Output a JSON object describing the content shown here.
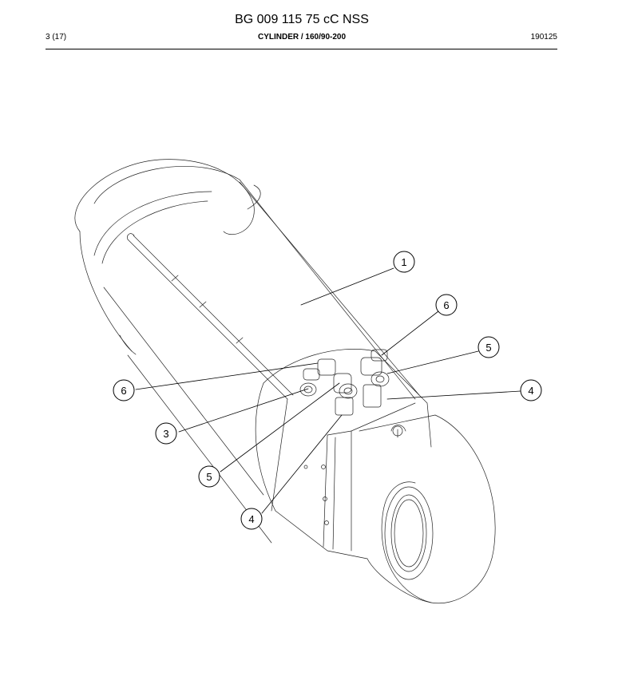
{
  "header": {
    "document_number": "BG 009 115 75 cC NSS",
    "page": "3 (17)",
    "subtitle": "CYLINDER / 160/90-200",
    "date": "190125"
  },
  "callouts": [
    {
      "label": "1"
    },
    {
      "label": "6"
    },
    {
      "label": "5"
    },
    {
      "label": "4"
    },
    {
      "label": "6"
    },
    {
      "label": "3"
    },
    {
      "label": "5"
    },
    {
      "label": "4"
    }
  ]
}
